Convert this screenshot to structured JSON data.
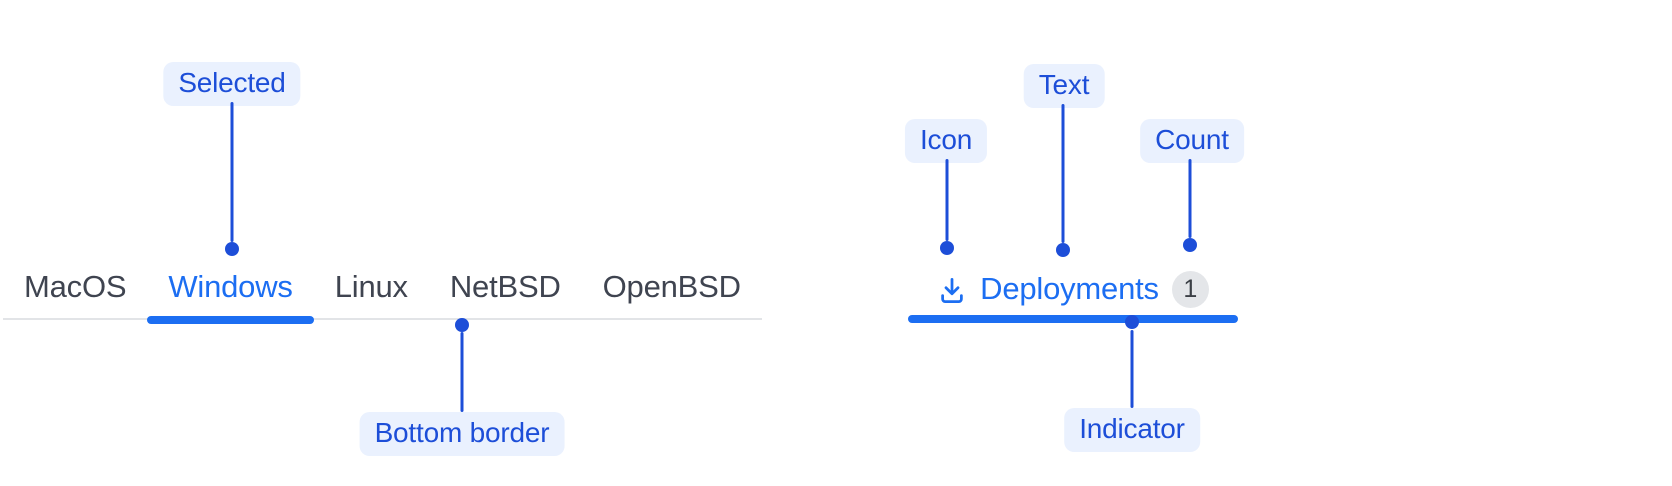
{
  "os_tabbar": {
    "tabs": [
      {
        "label": "MacOS",
        "selected": false
      },
      {
        "label": "Windows",
        "selected": true
      },
      {
        "label": "Linux",
        "selected": false
      },
      {
        "label": "NetBSD",
        "selected": false
      },
      {
        "label": "OpenBSD",
        "selected": false
      }
    ]
  },
  "deployments_tab": {
    "icon": "download-icon",
    "label": "Deployments",
    "count": "1"
  },
  "annotations": {
    "selected": "Selected",
    "bottom_border": "Bottom border",
    "icon": "Icon",
    "text": "Text",
    "count": "Count",
    "indicator": "Indicator"
  },
  "colors": {
    "accent_blue": "#1c6ef2",
    "annotation_blue": "#1d4ed8",
    "annotation_pill_bg": "#eaf1fe",
    "tab_text": "#3f4450",
    "border_gray": "#e2e4e7",
    "badge_bg": "#e4e6e9",
    "badge_text": "#3b3f45"
  }
}
